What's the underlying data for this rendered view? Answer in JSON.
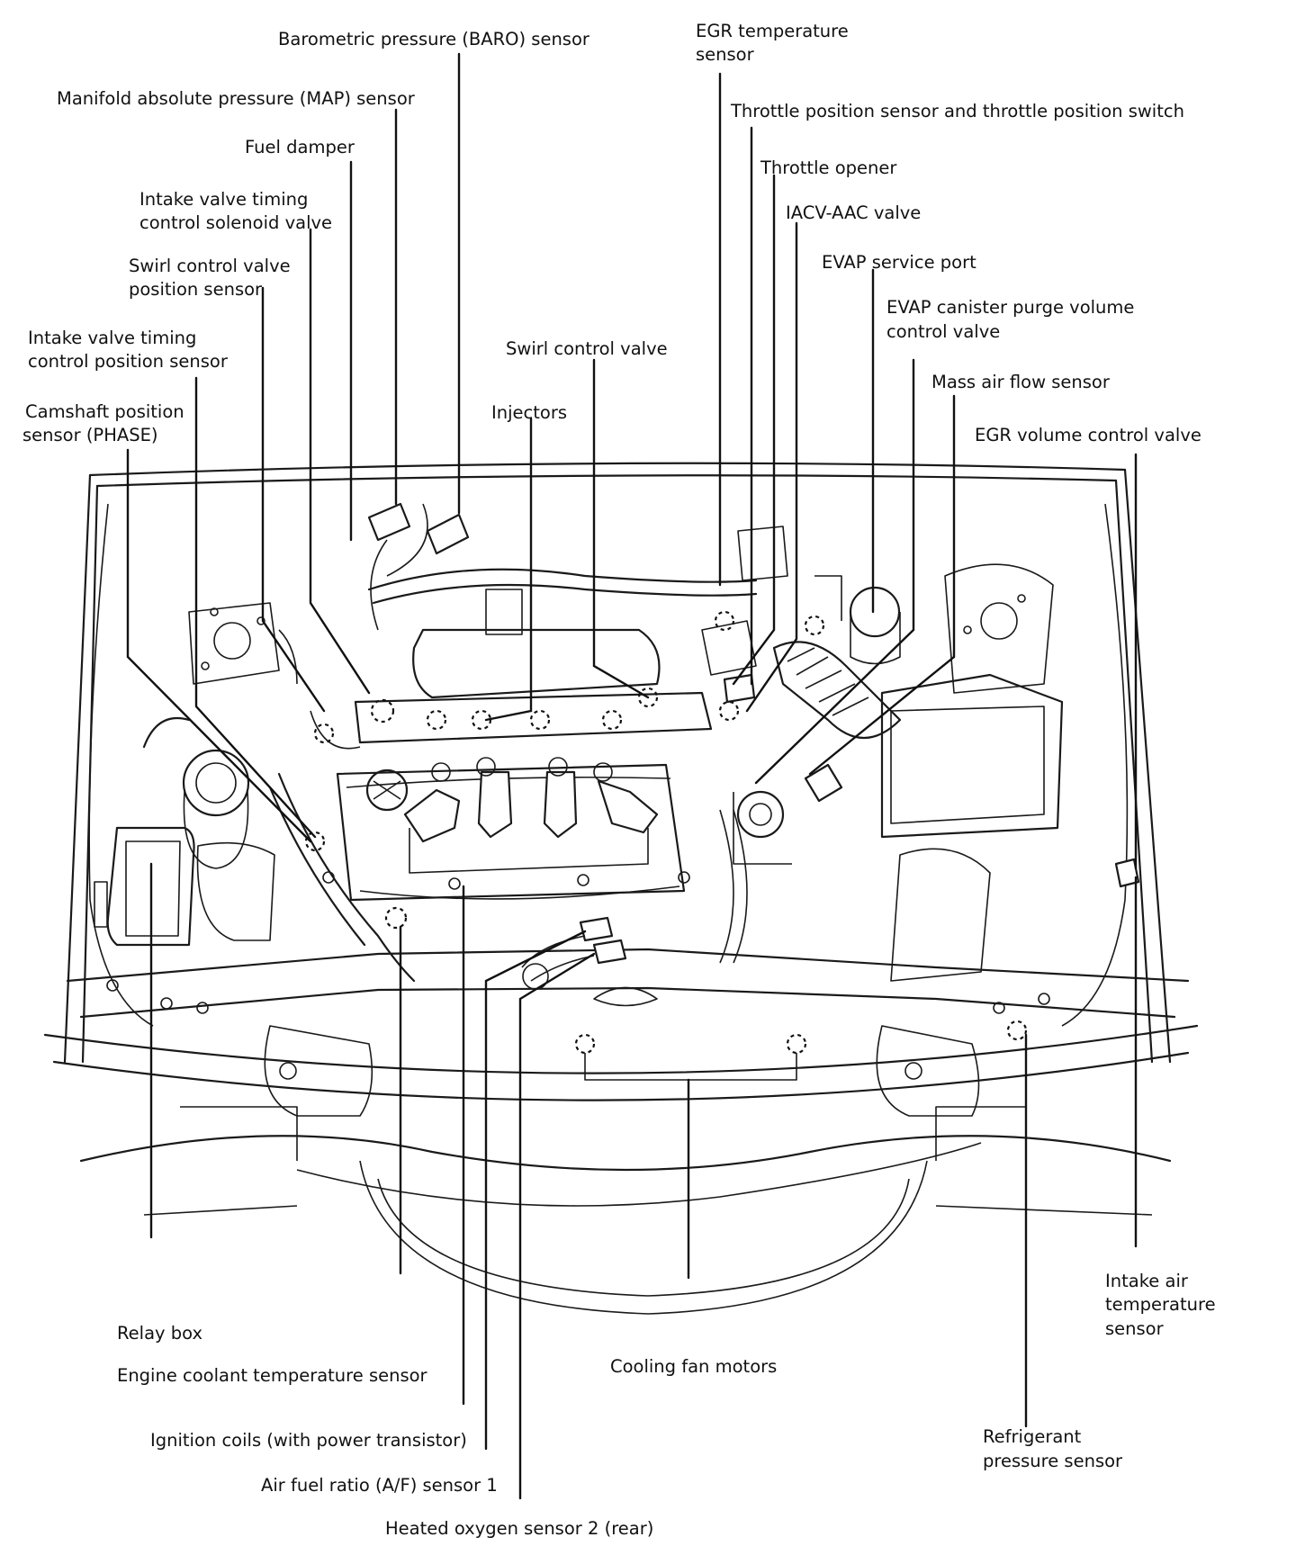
{
  "labels": {
    "baro": "Barometric pressure (BARO) sensor",
    "map": "Manifold absolute pressure (MAP) sensor",
    "fuel_damper": "Fuel damper",
    "ivtc_solenoid_1": "Intake valve timing",
    "ivtc_solenoid_2": "control solenoid valve",
    "swirl_pos_1": "Swirl control valve",
    "swirl_pos_2": "position sensor",
    "ivtc_pos_1": "Intake valve timing",
    "ivtc_pos_2": "control position sensor",
    "cam_1": "Camshaft position",
    "cam_2": "sensor (PHASE)",
    "egr_temp_1": "EGR temperature",
    "egr_temp_2": "sensor",
    "tps": "Throttle position sensor and throttle position switch",
    "throttle_opener": "Throttle opener",
    "iacv": "IACV-AAC valve",
    "evap_port": "EVAP service port",
    "evap_purge_1": "EVAP canister purge volume",
    "evap_purge_2": "control valve",
    "swirl_valve": "Swirl control valve",
    "maf": "Mass air flow sensor",
    "injectors": "Injectors",
    "egr_volume": "EGR volume control valve",
    "relay_box": "Relay box",
    "ect": "Engine coolant temperature sensor",
    "ign_coils": "Ignition coils (with power transistor)",
    "af_sensor": "Air fuel ratio (A/F) sensor 1",
    "ho2s2": "Heated oxygen sensor 2 (rear)",
    "fan_motors": "Cooling fan motors",
    "iat_1": "Intake air",
    "iat_2": "temperature",
    "iat_3": "sensor",
    "refrig_1": "Refrigerant",
    "refrig_2": "pressure sensor"
  }
}
